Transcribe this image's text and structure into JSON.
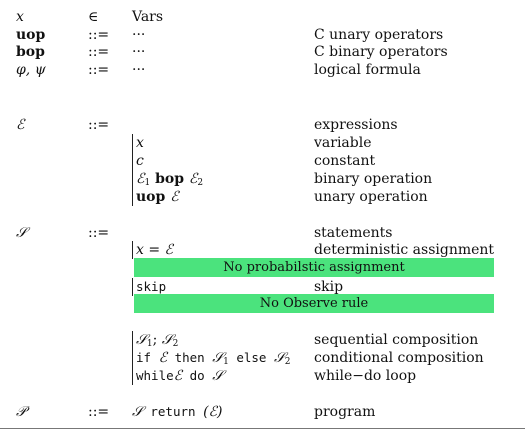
{
  "grammar": {
    "vars": {
      "sym": "x",
      "op": "∈",
      "rhs": "Vars"
    },
    "uop": {
      "sym": "uop",
      "op": "::=",
      "rhs": "···",
      "desc": "C unary operators"
    },
    "bop": {
      "sym": "bop",
      "op": "::=",
      "rhs": "···",
      "desc": "C binary operators"
    },
    "phi": {
      "sym": "φ, ψ",
      "op": "::=",
      "rhs": "···",
      "desc": "logical formula"
    },
    "expr": {
      "sym": "ℰ",
      "op": "::=",
      "desc": "expressions",
      "alts": [
        {
          "rhs": "x",
          "desc": "variable"
        },
        {
          "rhs": "c",
          "desc": "constant"
        },
        {
          "rhs_a": "ℰ",
          "sub_a": "1",
          "rhs_op": " bop ",
          "rhs_b": "ℰ",
          "sub_b": "2",
          "desc": "binary operation"
        },
        {
          "rhs_op": "uop ",
          "rhs_b": "ℰ",
          "desc": "unary operation"
        }
      ]
    },
    "stmt": {
      "sym": "𝒮",
      "op": "::=",
      "desc": "statements",
      "assign": {
        "rhs": "x = ℰ",
        "desc": "deterministic assignment"
      },
      "banner1": "No probabilstic assignment",
      "skip": {
        "rhs": "skip",
        "desc": "skip"
      },
      "banner2": "No Observe rule",
      "seq": {
        "a": "𝒮",
        "sa": "1",
        "sep": "; ",
        "b": "𝒮",
        "sb": "2",
        "desc": "sequential composition"
      },
      "cond": {
        "kw_if": "if ",
        "e": "ℰ",
        "kw_then": " then ",
        "s1": "𝒮",
        "ss1": "1",
        "kw_else": " else ",
        "s2": "𝒮",
        "ss2": "2",
        "desc": "conditional composition"
      },
      "loop": {
        "kw_while": "while",
        "e": "ℰ",
        "kw_do": " do ",
        "s": "𝒮",
        "desc": "while−do loop"
      }
    },
    "prog": {
      "sym": "𝒫",
      "op": "::=",
      "s": "𝒮",
      "kw_return": " return ",
      "arg": "(ℰ)",
      "desc": "program"
    }
  }
}
